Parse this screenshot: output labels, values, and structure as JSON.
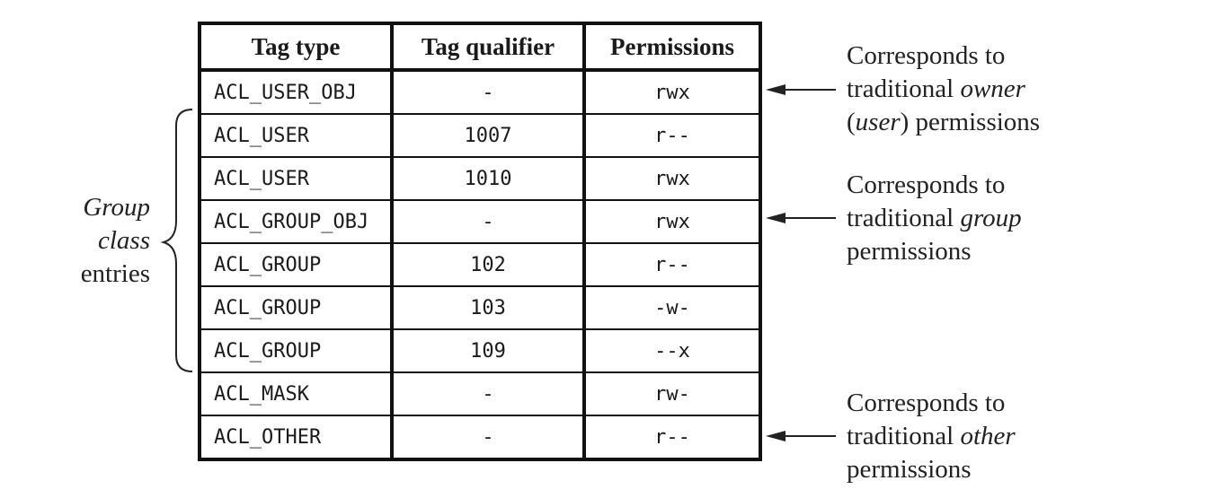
{
  "table": {
    "headers": [
      "Tag type",
      "Tag qualifier",
      "Permissions"
    ],
    "rows": [
      {
        "tag_type": "ACL_USER_OBJ",
        "qualifier": "-",
        "permissions": "rwx"
      },
      {
        "tag_type": "ACL_USER",
        "qualifier": "1007",
        "permissions": "r--"
      },
      {
        "tag_type": "ACL_USER",
        "qualifier": "1010",
        "permissions": "rwx"
      },
      {
        "tag_type": "ACL_GROUP_OBJ",
        "qualifier": "-",
        "permissions": "rwx"
      },
      {
        "tag_type": "ACL_GROUP",
        "qualifier": "102",
        "permissions": "r--"
      },
      {
        "tag_type": "ACL_GROUP",
        "qualifier": "103",
        "permissions": "-w-"
      },
      {
        "tag_type": "ACL_GROUP",
        "qualifier": "109",
        "permissions": "--x"
      },
      {
        "tag_type": "ACL_MASK",
        "qualifier": "-",
        "permissions": "rw-"
      },
      {
        "tag_type": "ACL_OTHER",
        "qualifier": "-",
        "permissions": "r--"
      }
    ]
  },
  "group_class_label": {
    "line1": "Group",
    "line2": "class",
    "line3": "entries"
  },
  "annotations": {
    "owner": {
      "line1": "Corresponds to",
      "line2_prefix": "traditional ",
      "line2_emph": "owner",
      "line3_open": "(",
      "line3_emph": "user",
      "line3_rest": ") permissions"
    },
    "group": {
      "line1": "Corresponds to",
      "line2_prefix": "traditional ",
      "line2_emph": "group",
      "line3": "permissions"
    },
    "other": {
      "line1": "Corresponds to",
      "line2_prefix": "traditional ",
      "line2_emph": "other",
      "line3": "permissions"
    }
  },
  "colors": {
    "ink": "#111111",
    "text": "#222222",
    "background": "#ffffff"
  }
}
